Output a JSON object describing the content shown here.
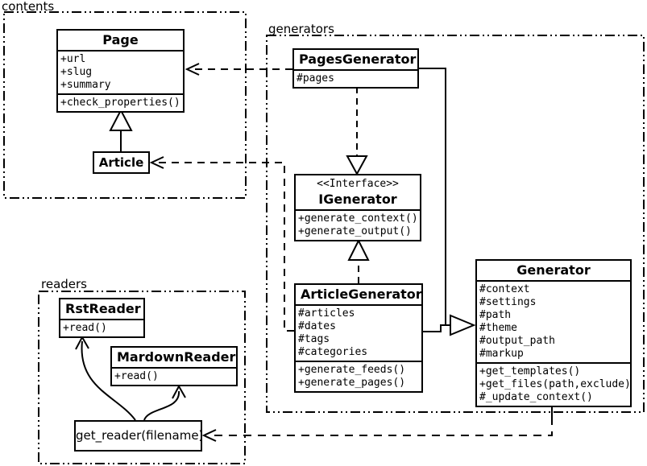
{
  "diagram_type": "uml-class-diagram",
  "colors": {
    "line": "#000000",
    "background": "#ffffff",
    "text": "#000000"
  },
  "packages": {
    "contents": {
      "label": "contents"
    },
    "generators": {
      "label": "generators"
    },
    "readers": {
      "label": "readers"
    }
  },
  "classes": {
    "page": {
      "title": "Page",
      "attrs": [
        "+url",
        "+slug",
        "+summary"
      ],
      "methods": [
        "+check_properties()"
      ]
    },
    "article": {
      "title": "Article"
    },
    "pages_generator": {
      "title": "PagesGenerator",
      "attrs": [
        "#pages"
      ]
    },
    "igenerator": {
      "stereotype": "<<Interface>>",
      "title": "IGenerator",
      "methods": [
        "+generate_context()",
        "+generate_output()"
      ]
    },
    "article_generator": {
      "title": "ArticleGenerator",
      "attrs": [
        "#articles",
        "#dates",
        "#tags",
        "#categories"
      ],
      "methods": [
        "+generate_feeds()",
        "+generate_pages()"
      ]
    },
    "generator": {
      "title": "Generator",
      "attrs": [
        "#context",
        "#settings",
        "#path",
        "#theme",
        "#output_path",
        "#markup"
      ],
      "methods": [
        "+get_templates()",
        "+get_files(path,exclude)",
        "#_update_context()"
      ]
    },
    "rst_reader": {
      "title": "RstReader",
      "methods": [
        "+read()"
      ]
    },
    "mardown_reader": {
      "title": "MardownReader",
      "methods": [
        "+read()"
      ]
    },
    "get_reader": {
      "title": "get_reader(filename)"
    }
  },
  "relationships": [
    {
      "from": "Article",
      "to": "Page",
      "type": "inheritance",
      "line": "solid"
    },
    {
      "from": "PagesGenerator",
      "to": "Page",
      "type": "dependency",
      "line": "dashed"
    },
    {
      "from": "ArticleGenerator",
      "to": "Article",
      "type": "dependency",
      "line": "dashed"
    },
    {
      "from": "PagesGenerator",
      "to": "IGenerator",
      "type": "realization",
      "line": "dashed"
    },
    {
      "from": "ArticleGenerator",
      "to": "IGenerator",
      "type": "realization",
      "line": "dashed"
    },
    {
      "from": "PagesGenerator",
      "to": "Generator",
      "type": "inheritance",
      "line": "solid"
    },
    {
      "from": "ArticleGenerator",
      "to": "Generator",
      "type": "inheritance",
      "line": "solid"
    },
    {
      "from": "Generator",
      "to": "get_reader(filename)",
      "type": "dependency",
      "line": "dashed"
    },
    {
      "from": "get_reader(filename)",
      "to": "RstReader",
      "type": "arrow",
      "line": "solid"
    },
    {
      "from": "get_reader(filename)",
      "to": "MardownReader",
      "type": "arrow",
      "line": "solid"
    }
  ]
}
